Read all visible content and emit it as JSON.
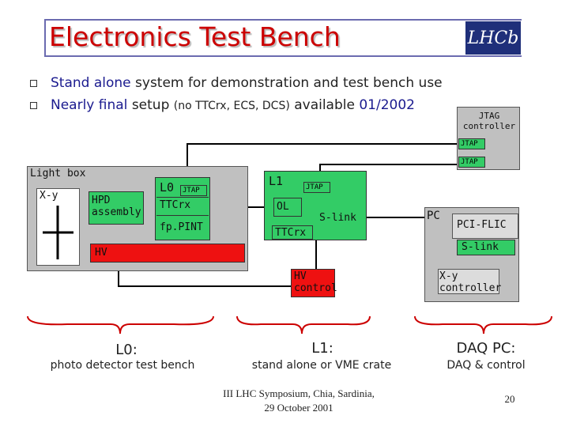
{
  "title": "Electronics Test Bench",
  "logo_text": "LHCb",
  "bullets": [
    {
      "pre": "Stand alone",
      "hl": "system for demonstration and test bench use",
      "small": "",
      "post": "",
      "date": ""
    },
    {
      "pre": "Nearly final",
      "hl": "setup",
      "small": "(no TTCrx, ECS, DCS)",
      "post": "available",
      "date": "01/2002"
    }
  ],
  "diagram": {
    "lightbox": "Light box",
    "xy": "X-y",
    "hpd": "HPD assembly",
    "l0": "L0",
    "jtap": "JTAP",
    "ttcrx": "TTCrx",
    "fppint": "fp.PINT",
    "hv": "HV",
    "l1": "L1",
    "ol": "OL",
    "slink": "S-link",
    "ttcrx2": "TTCrx",
    "hv_control": "HV control",
    "pc": "PC",
    "pci_flic": "PCI-FLIC",
    "slink2": "S-link",
    "xy_controller": "X-y controller",
    "jtag_controller": "JTAG controller"
  },
  "sections": [
    {
      "title": "L0:",
      "sub": "photo detector test bench"
    },
    {
      "title": "L1:",
      "sub": "stand alone or VME crate"
    },
    {
      "title": "DAQ PC:",
      "sub": "DAQ & control"
    }
  ],
  "footer": {
    "line1": "III LHC Symposium, Chia, Sardinia,",
    "line2": "29 October 2001",
    "page": "20"
  },
  "colors": {
    "title": "#cc0000",
    "green": "#33cc66",
    "red": "#ee1111",
    "gray": "#c0c0c0"
  }
}
